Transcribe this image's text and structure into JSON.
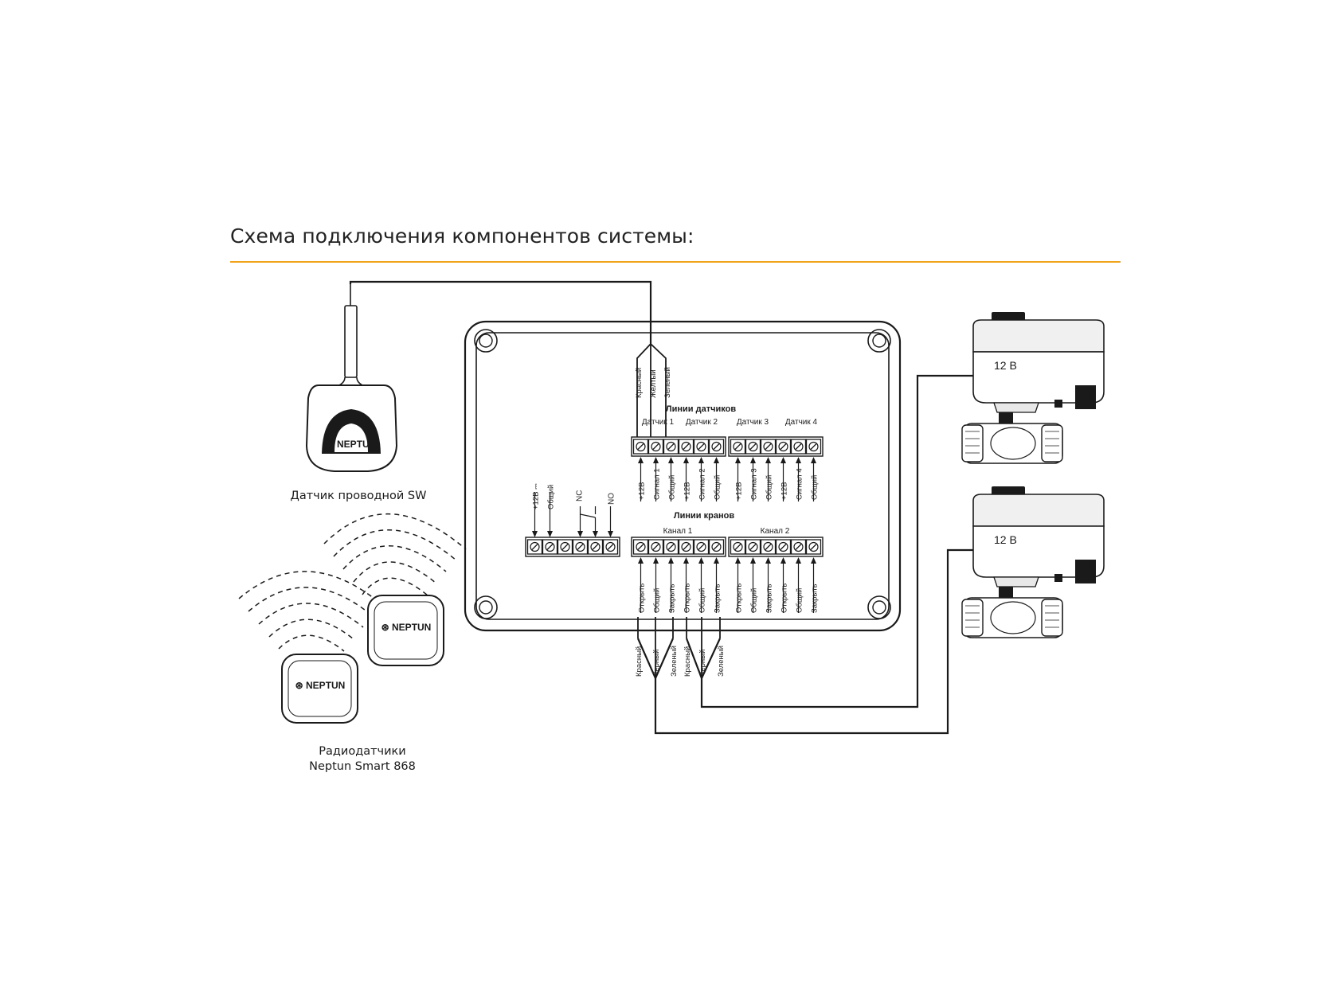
{
  "title": "Схема подключения компонентов системы:",
  "colors": {
    "accent": "#f0a41c",
    "ink": "#1a1a1a"
  },
  "captions": {
    "wired_sensor": "Датчик проводной SW",
    "radio_line1": "Радиодатчики",
    "radio_line2": "Neptun Smart 868"
  },
  "brand": "NEPTUN",
  "valve_voltage": "12 В",
  "sensor_lines": {
    "heading": "Линии датчиков",
    "groups": [
      "Датчик 1",
      "Датчик 2",
      "Датчик 3",
      "Датчик 4"
    ],
    "terminals": [
      "+12В",
      "Сигнал 1",
      "Общий",
      "+12В",
      "Сигнал 2",
      "Общий",
      "+12В",
      "Сигнал 3",
      "Общий",
      "+12В",
      "Сигнал 4",
      "Общий"
    ],
    "wire_colors": [
      "Красный",
      "Желтый",
      "Зеленый"
    ]
  },
  "valve_lines": {
    "heading": "Линии кранов",
    "groups": [
      "Канал 1",
      "Канал 2"
    ],
    "terminals": [
      "Открыть",
      "Общий",
      "Закрыть",
      "Открыть",
      "Общий",
      "Закрыть",
      "Открыть",
      "Общий",
      "Закрыть",
      "Открыть",
      "Общий",
      "Закрыть"
    ],
    "wire_colors": [
      "Красный",
      "Черный",
      "Зеленый",
      "Красный",
      "Черный",
      "Зеленый"
    ]
  },
  "power_relay": {
    "terminals": [
      "+12В ⎓",
      "Общий"
    ],
    "relay": [
      "NC",
      "NO"
    ]
  }
}
